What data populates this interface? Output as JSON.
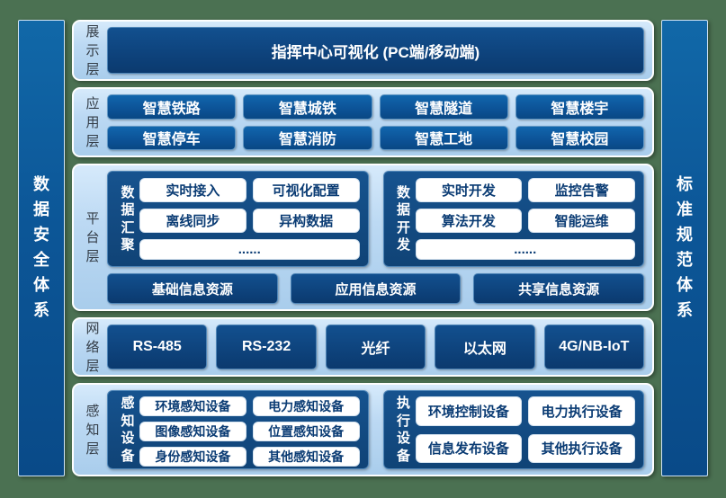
{
  "colors": {
    "background_green": "#4b7152",
    "panel_light_blue": "#bcd9f3",
    "button_blue": "#0c5296",
    "button_navy": "#0d4078",
    "text_white": "#ffffff",
    "text_navy": "#0b3c74"
  },
  "side_bars": {
    "left": "数据安全体系",
    "right": "标准规范体系"
  },
  "display_layer": {
    "label": "展示层",
    "banner": "指挥中心可视化 (PC端/移动端)"
  },
  "application_layer": {
    "label": "应用层",
    "buttons": [
      "智慧铁路",
      "智慧城铁",
      "智慧隧道",
      "智慧楼宇",
      "智慧停车",
      "智慧消防",
      "智慧工地",
      "智慧校园"
    ]
  },
  "platform_layer": {
    "label": "平台层",
    "groups": [
      {
        "title": "数据汇聚",
        "buttons": [
          "实时接入",
          "可视化配置",
          "离线同步",
          "异构数据"
        ],
        "more": "......"
      },
      {
        "title": "数据开发",
        "buttons": [
          "实时开发",
          "监控告警",
          "算法开发",
          "智能运维"
        ],
        "more": "......"
      }
    ],
    "resources": [
      "基础信息资源",
      "应用信息资源",
      "共享信息资源"
    ]
  },
  "network_layer": {
    "label": "网络层",
    "buttons": [
      "RS-485",
      "RS-232",
      "光纤",
      "以太网",
      "4G/NB-IoT"
    ]
  },
  "perception_layer": {
    "label": "感知层",
    "groups": [
      {
        "title": "感知设备",
        "buttons": [
          "环境感知设备",
          "电力感知设备",
          "图像感知设备",
          "位置感知设备",
          "身份感知设备",
          "其他感知设备"
        ]
      },
      {
        "title": "执行设备",
        "buttons": [
          "环境控制设备",
          "电力执行设备",
          "信息发布设备",
          "其他执行设备"
        ]
      }
    ]
  }
}
